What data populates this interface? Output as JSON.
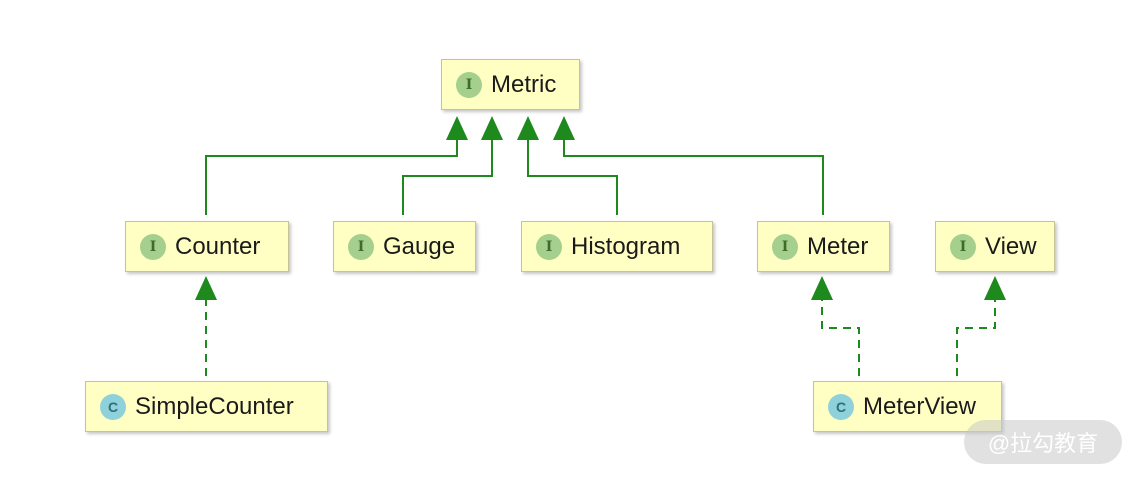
{
  "diagram": {
    "colors": {
      "edge": "#1e8a1e",
      "node_fill": "#ffffc4",
      "node_border": "#c4c49a",
      "interface_badge": "#a4cf8d",
      "class_badge": "#8fd1da"
    },
    "nodes": {
      "metric": {
        "badge": "I",
        "kind": "interface",
        "label": "Metric"
      },
      "counter": {
        "badge": "I",
        "kind": "interface",
        "label": "Counter"
      },
      "gauge": {
        "badge": "I",
        "kind": "interface",
        "label": "Gauge"
      },
      "histogram": {
        "badge": "I",
        "kind": "interface",
        "label": "Histogram"
      },
      "meter": {
        "badge": "I",
        "kind": "interface",
        "label": "Meter"
      },
      "view": {
        "badge": "I",
        "kind": "interface",
        "label": "View"
      },
      "simplecounter": {
        "badge": "C",
        "kind": "class",
        "label": "SimpleCounter"
      },
      "meterview": {
        "badge": "C",
        "kind": "class",
        "label": "MeterView"
      }
    },
    "edges": [
      {
        "from": "counter",
        "to": "metric",
        "type": "extends"
      },
      {
        "from": "gauge",
        "to": "metric",
        "type": "extends"
      },
      {
        "from": "histogram",
        "to": "metric",
        "type": "extends"
      },
      {
        "from": "meter",
        "to": "metric",
        "type": "extends"
      },
      {
        "from": "simplecounter",
        "to": "counter",
        "type": "implements"
      },
      {
        "from": "meterview",
        "to": "meter",
        "type": "implements"
      },
      {
        "from": "meterview",
        "to": "view",
        "type": "implements"
      }
    ]
  },
  "watermark": "@拉勾教育"
}
